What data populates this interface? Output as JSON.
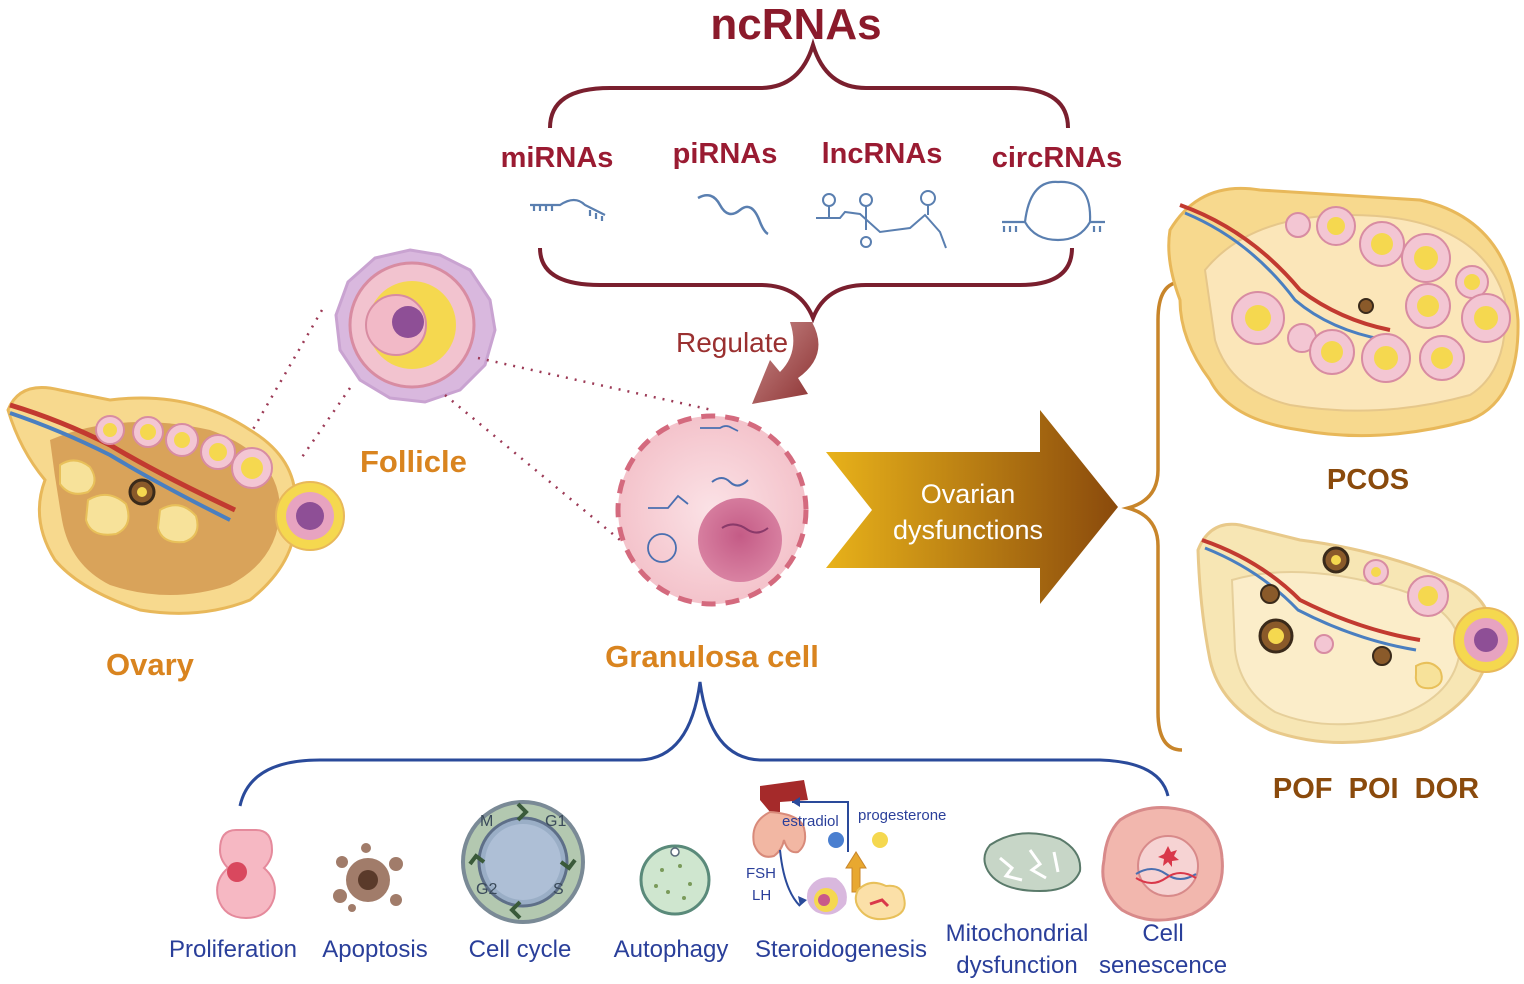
{
  "title": "ncRNAs",
  "ncrna_types": [
    "miRNAs",
    "piRNAs",
    "lncRNAs",
    "circRNAs"
  ],
  "regulate_label": "Regulate",
  "follicle_label": "Follicle",
  "ovary_label": "Ovary",
  "granulosa_label": "Granulosa cell",
  "arrow_label_line1": "Ovarian",
  "arrow_label_line2": "dysfunctions",
  "diseases": {
    "pcos": "PCOS",
    "others": "POF  POI  DOR"
  },
  "processes": {
    "proliferation": "Proliferation",
    "apoptosis": "Apoptosis",
    "cell_cycle": "Cell cycle",
    "autophagy": "Autophagy",
    "steroidogenesis": "Steroidogenesis",
    "mito_line1": "Mitochondrial",
    "mito_line2": "dysfunction",
    "senescence_line1": "Cell",
    "senescence_line2": "senescence"
  },
  "cell_cycle_phases": [
    "M",
    "G1",
    "G2",
    "S"
  ],
  "steroid_labels": {
    "estradiol": "estradiol",
    "progesterone": "progesterone",
    "fsh": "FSH",
    "lh": "LH"
  },
  "colors": {
    "title": "#8b1a2b",
    "orange_label": "#d9841f",
    "blue_label": "#2a3f9a",
    "bracket_red": "#7a1f2e",
    "bracket_blue": "#2a4a9a",
    "bracket_orange": "#c8852a"
  }
}
